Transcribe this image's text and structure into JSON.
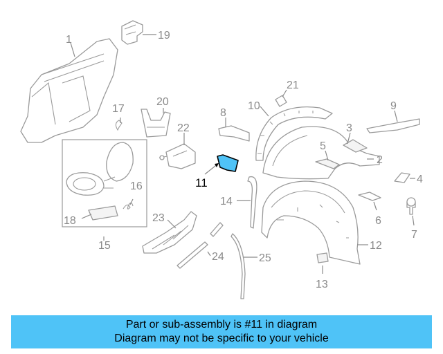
{
  "diagram": {
    "callouts": {
      "c1": "1",
      "c2": "2",
      "c3": "3",
      "c4": "4",
      "c5": "5",
      "c6": "6",
      "c7": "7",
      "c8": "8",
      "c9": "9",
      "c10": "10",
      "c11": "11",
      "c12": "12",
      "c13": "13",
      "c14": "14",
      "c15": "15",
      "c16": "16",
      "c17": "17",
      "c18": "18",
      "c19": "19",
      "c20": "20",
      "c21": "21",
      "c22": "22",
      "c23": "23",
      "c24": "24",
      "c25": "25"
    },
    "highlight_color": "#4fc3f7",
    "highlighted_part": "11"
  },
  "banner": {
    "line1": "Part or sub-assembly is #11 in diagram",
    "line2": "Diagram may not be specific to your vehicle",
    "color": "#4fc3f7"
  }
}
